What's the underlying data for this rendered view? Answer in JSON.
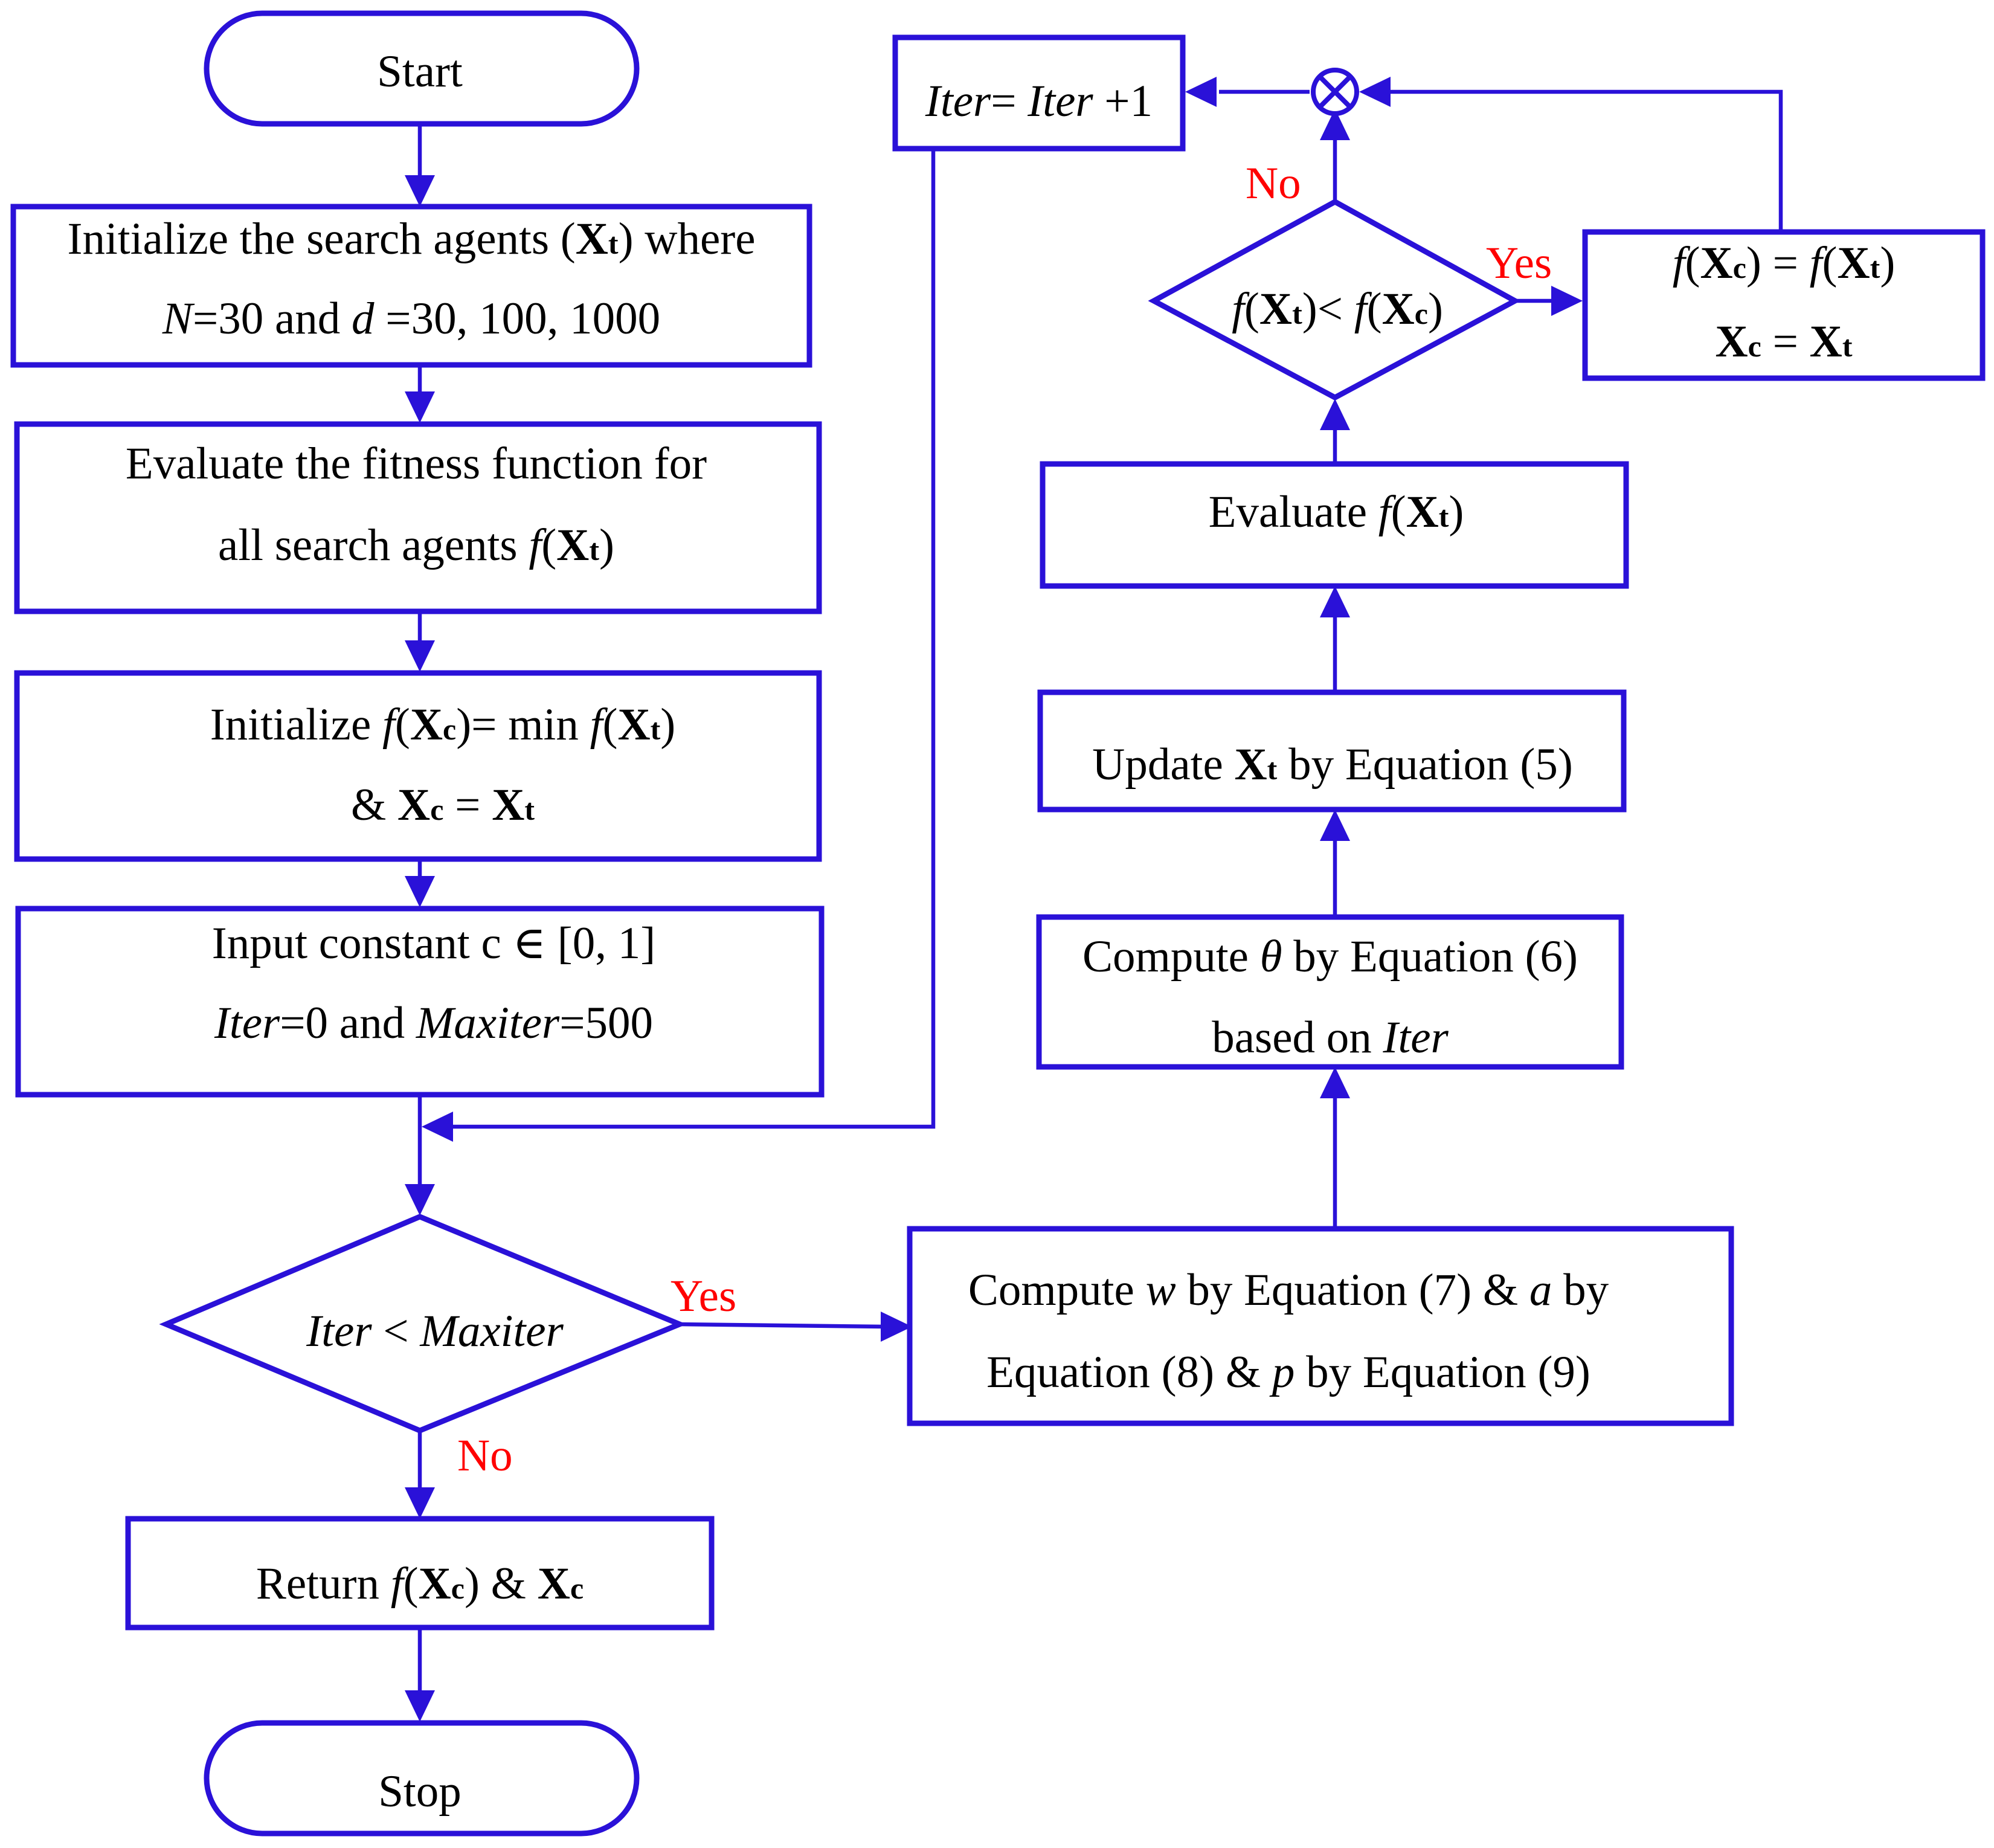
{
  "colors": {
    "stroke": "#2a11d8",
    "branch_label": "#ff0000",
    "text": "#000000",
    "background": "#ffffff"
  },
  "nodes": {
    "start": {
      "text": "Start"
    },
    "init_agents": {
      "l1_a": "Initialize the search agents (",
      "X": "X",
      "t": "t",
      "l1_b": ") where",
      "N": "N",
      "l2_a": "=30 and ",
      "d": "d",
      "l2_b": " =30, 100, 1000"
    },
    "eval_fitness": {
      "line1": "Evaluate the fitness function for",
      "l2_a": "all search agents ",
      "f": "f",
      "paren_open": "(",
      "X": "X",
      "t": "t",
      "paren_close": ")"
    },
    "init_best": {
      "a": "Initialize ",
      "f1": "f",
      "p1": "(",
      "X1": "X",
      "c1": "c",
      "mid": ")= min ",
      "f2": "f",
      "p2": "(",
      "X2": "X",
      "t2": "t",
      "p3": ")",
      "amp": "& ",
      "X3": "X",
      "c3": "c",
      "eq": " = ",
      "X4": "X",
      "t4": "t"
    },
    "input_const": {
      "line1": "Input constant c ∈ [0, 1]",
      "iter": "Iter",
      "mid": "=0 and ",
      "maxiter": "Maxiter",
      "end": "=500"
    },
    "decision_main": {
      "iter": "Iter",
      "lt": " < ",
      "maxiter": "Maxiter"
    },
    "return_node": {
      "a": "Return ",
      "f": "f",
      "p1": "(",
      "X1": "X",
      "c1": "c",
      "p2": ") & ",
      "X2": "X",
      "c2": "c"
    },
    "stop": {
      "text": "Stop"
    },
    "compute_wap": {
      "a": "Compute ",
      "w": "w",
      "b": " by Equation (7) & ",
      "avar": "a",
      "c": " by",
      "d": "Equation (8) & ",
      "p": "p",
      "e": " by Equation (9)"
    },
    "compute_theta": {
      "a": "Compute ",
      "theta": "θ",
      "b": " by Equation (6)",
      "c": "based on ",
      "iter": "Iter"
    },
    "update": {
      "a": "Update ",
      "X": "X",
      "t": "t",
      "b": " by Equation (5)"
    },
    "evaluate_f": {
      "a": "Evaluate ",
      "f": "f",
      "p1": "(",
      "X": "X",
      "t": "t",
      "p2": ")"
    },
    "decision_best": {
      "f1": "f",
      "p1": "(",
      "X1": "X",
      "t1": "t",
      "lt": ")< ",
      "f2": "f",
      "p2": "(",
      "X2": "X",
      "c2": "c",
      "p3": ")"
    },
    "update_best": {
      "f1": "f",
      "p1": "(",
      "X1": "X",
      "c1": "c",
      "mid": ") = ",
      "f2": "f",
      "p2": "(",
      "X2": "X",
      "t2": "t",
      "p3": ")",
      "X3": "X",
      "c3": "c",
      "eq": " = ",
      "X4": "X",
      "t4": "t"
    },
    "increment": {
      "iter1": "Iter",
      "eq": "= ",
      "iter2": "Iter",
      "plus": " +1"
    },
    "junction": {
      "symbol": "⊗"
    }
  },
  "labels": {
    "main_yes": "Yes",
    "main_no": "No",
    "best_yes": "Yes",
    "best_no": "No"
  }
}
